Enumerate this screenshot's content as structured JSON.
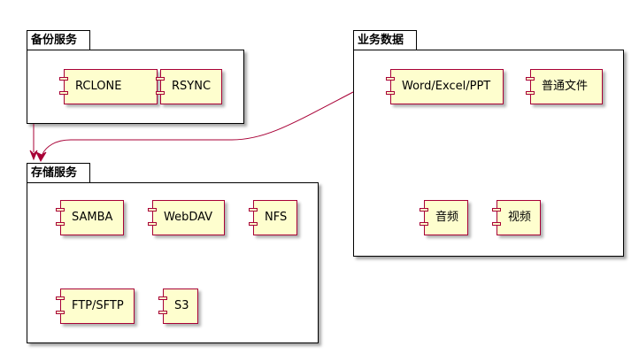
{
  "colors": {
    "component_fill": "#fefece",
    "component_border": "#a80036",
    "arrow": "#a80036",
    "package_border": "#000000"
  },
  "packages": {
    "backup": {
      "title": "备份服务",
      "components": [
        "RCLONE",
        "RSYNC"
      ]
    },
    "business": {
      "title": "业务数据",
      "components": [
        "Word/Excel/PPT",
        "普通文件",
        "音频",
        "视频"
      ]
    },
    "storage": {
      "title": "存储服务",
      "components": [
        "SAMBA",
        "WebDAV",
        "NFS",
        "FTP/SFTP",
        "S3"
      ]
    }
  },
  "relations": [
    {
      "from": "备份服务",
      "to": "存储服务"
    },
    {
      "from": "业务数据",
      "to": "存储服务"
    }
  ]
}
